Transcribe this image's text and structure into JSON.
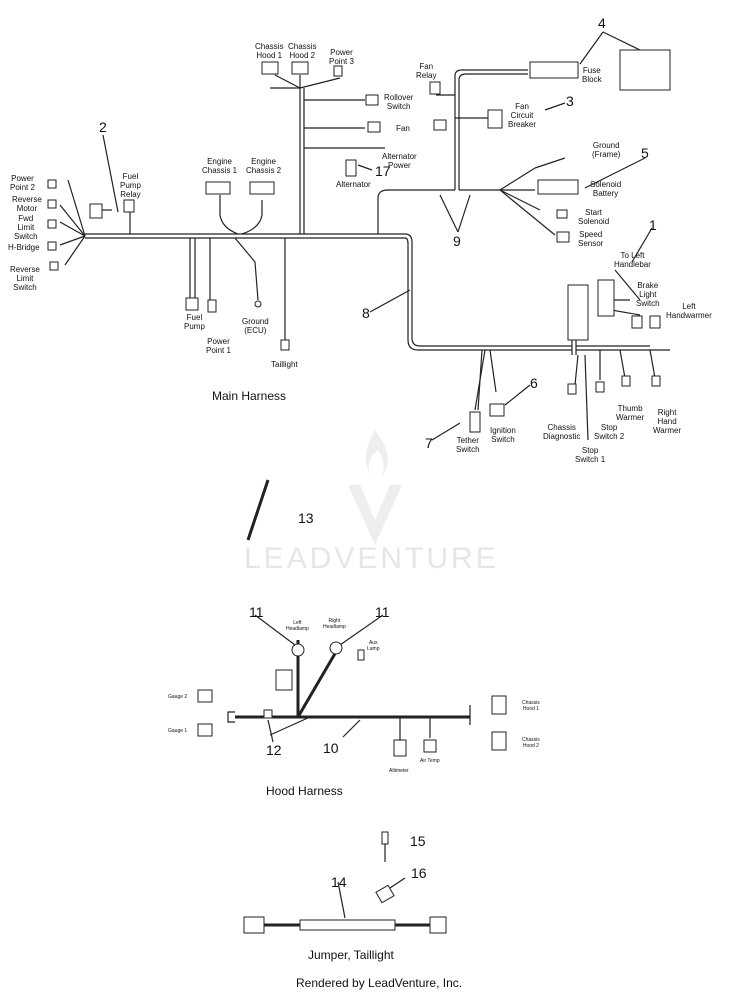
{
  "watermark": "LEADVENTURE",
  "footer": "Rendered by LeadVenture, Inc.",
  "sections": {
    "main": "Main Harness",
    "hood": "Hood Harness",
    "jumper": "Jumper, Taillight"
  },
  "callouts": [
    "1",
    "2",
    "3",
    "4",
    "5",
    "6",
    "7",
    "8",
    "9",
    "10",
    "11",
    "11",
    "12",
    "13",
    "14",
    "15",
    "16",
    "17"
  ],
  "main_labels": {
    "chassis_hood1": "Chassis\nHood 1",
    "chassis_hood2": "Chassis\nHood 2",
    "power_point3": "Power\nPoint 3",
    "rollover_switch": "Rollover\nSwitch",
    "fan": "Fan",
    "alternator_power": "Alternator\nPower",
    "alternator": "Alternator",
    "fan_relay": "Fan\nRelay",
    "fuse_block": "Fuse\nBlock",
    "fan_circuit_breaker": "Fan\nCircuit\nBreaker",
    "ground_frame": "Ground\n(Frame)",
    "solenoid_battery": "Solenoid\nBattery",
    "start_solenoid": "Start\nSolenoid",
    "speed_sensor": "Speed\nSensor",
    "to_left_handlebar": "To Left\nHandlebar",
    "brake_light_switch": "Brake\nLight\nSwitch",
    "left_handwarmer": "Left\nHandwarmer",
    "thumb_warmer": "Thumb\nWarmer",
    "right_hand_warmer": "Right\nHand\nWarmer",
    "stop_switch2": "Stop\nSwitch 2",
    "stop_switch1": "Stop\nSwitch 1",
    "chassis_diagnostic": "Chassis\nDiagnostic",
    "ignition_switch": "Ignition\nSwitch",
    "tether_switch": "Tether\nSwitch",
    "power_point2": "Power\nPoint 2",
    "reverse_motor": "Reverse\nMotor",
    "fwd_limit_switch": "Fwd\nLimit\nSwitch",
    "h_bridge": "H-Bridge",
    "reverse_limit_switch": "Reverse\nLimit\nSwitch",
    "fuel_pump_relay": "Fuel\nPump\nRelay",
    "engine_chassis1": "Engine\nChassis 1",
    "engine_chassis2": "Engine\nChassis 2",
    "fuel_pump": "Fuel\nPump",
    "power_point1": "Power\nPoint 1",
    "ground_ecu": "Ground\n(ECU)",
    "taillight": "Taillight"
  },
  "hood_labels": {
    "left_headlamp": "Left\nHeadlamp",
    "right_headlamp": "Right\nHeadlamp",
    "aux_lamp": "Aux\nLamp",
    "gauge2": "Gauge 2",
    "gauge1": "Gauge 1",
    "chassis_hood1": "Chassis\nHood 1",
    "chassis_hood2": "Chassis\nHood 2",
    "altimeter": "Altimeter",
    "air_temp": "Air Temp"
  }
}
